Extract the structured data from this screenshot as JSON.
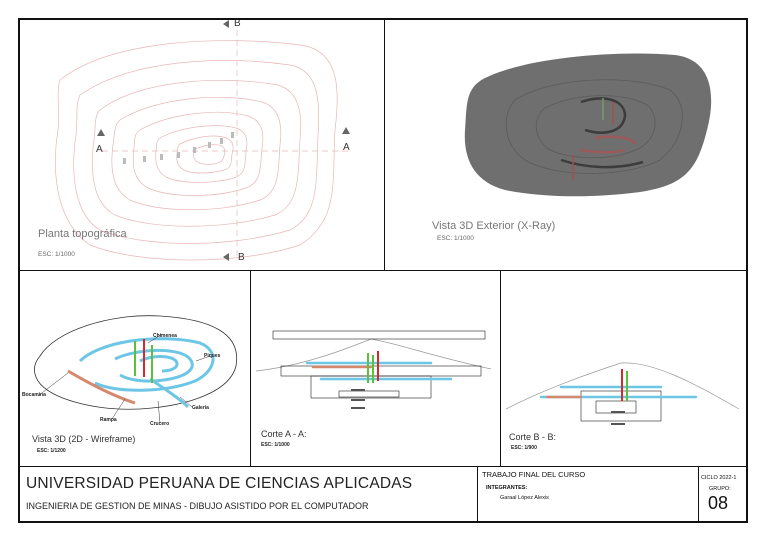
{
  "panels": {
    "topo": {
      "title": "Planta topográfica",
      "scale": "ESC: 1/1000",
      "markers": {
        "b_top": "B",
        "b_bottom": "B",
        "a_left": "A",
        "a_right": "A"
      }
    },
    "xray": {
      "title": "Vista 3D Exterior (X-Ray)",
      "scale": "ESC: 1/1000"
    },
    "wire": {
      "title": "Vista 3D (2D - Wireframe)",
      "scale": "ESC: 1/1200",
      "labels": {
        "chimenea": "Chimenea",
        "piques": "Piques",
        "bocamina": "Bocamina",
        "galeria": "Galeria",
        "rampa": "Rampa",
        "crucero": "Crucero"
      }
    },
    "corte_a": {
      "title": "Corte A - A:",
      "scale": "ESC: 1/1000"
    },
    "corte_b": {
      "title": "Corte B - B:",
      "scale": "ESC: 1/900"
    }
  },
  "title_block": {
    "university": "UNIVERSIDAD PERUANA DE CIENCIAS APLICADAS",
    "subtitle": "INGENIERIA DE GESTION DE MINAS - DIBUJO ASISTIDO POR EL COMPUTADOR",
    "work": "TRABAJO FINAL DEL CURSO",
    "members_label": "INTEGRANTES:",
    "member": "Garaal López Alexis",
    "cycle": "CICLO 2022-1",
    "group_label": "GRUPO:",
    "group": "08"
  },
  "colors": {
    "contour": "#e8b7b7",
    "tunnel": "#6ec6e6",
    "rampa": "#d4896e",
    "shaft_green": "#5cc13a",
    "shaft_red": "#d42a2a",
    "mass": "#6f6f6f"
  }
}
